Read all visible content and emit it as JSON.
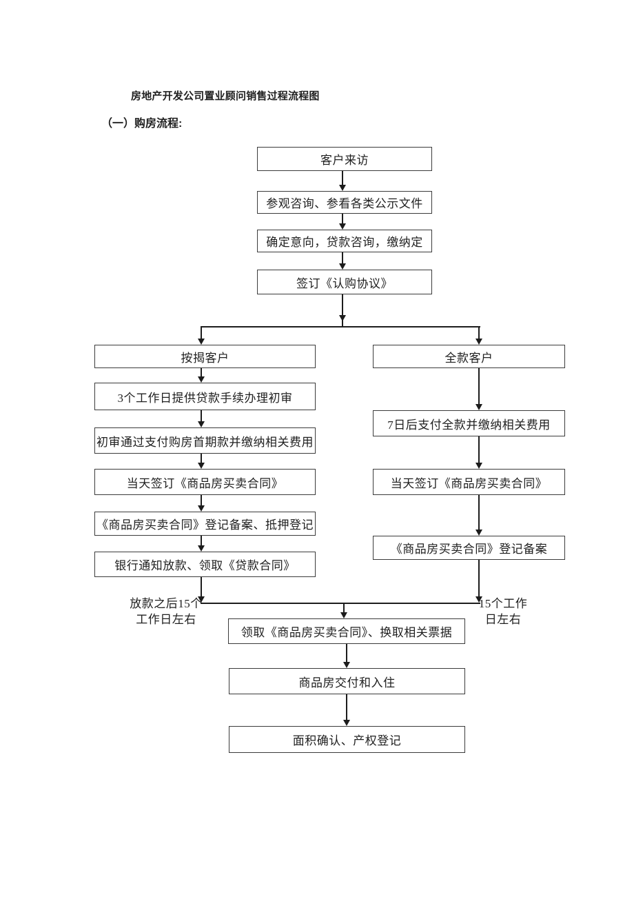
{
  "document": {
    "title": "房地产开发公司置业顾问销售过程流程图",
    "section_heading": "（一）购房流程:"
  },
  "flowchart": {
    "top": [
      "客户来访",
      "参观咨询、参看各类公示文件",
      "确定意向，贷款咨询，缴纳定",
      "签订《认购协议》"
    ],
    "left": [
      "按揭客户",
      "3个工作日提供贷款手续办理初审",
      "初审通过支付购房首期款并缴纳相关费用",
      "当天签订《商品房买卖合同》",
      "《商品房买卖合同》登记备案、抵押登记",
      "银行通知放款、领取《贷款合同》"
    ],
    "right": [
      "全款客户",
      "7日后支付全款并缴纳相关费用",
      "当天签订《商品房买卖合同》",
      "《商品房买卖合同》登记备案"
    ],
    "merged": [
      "领取《商品房买卖合同》、换取相关票据",
      "商品房交付和入住",
      "面积确认、产权登记"
    ],
    "left_note": {
      "line1": "放款之后15个",
      "line2": "工作日左右"
    },
    "right_note": {
      "line1": "15个工作",
      "line2": "日左右"
    }
  },
  "colors": {
    "line_color": "#1c1c1c",
    "box_border_color": "#3a3a3a",
    "text_color": "#1f1f1f",
    "background": "#ffffff"
  }
}
